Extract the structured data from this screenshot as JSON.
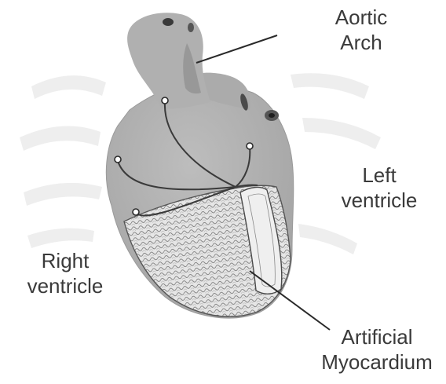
{
  "labels": {
    "aortic_arch": [
      "Aortic",
      "Arch"
    ],
    "left_ventricle": [
      "Left",
      "ventricle"
    ],
    "right_ventricle": [
      "Right",
      "ventricle"
    ],
    "artificial_myocardium": [
      "Artificial",
      "Myocardium"
    ]
  },
  "colors": {
    "heart_fill": "#b3b3b3",
    "heart_dark": "#8f8f8f",
    "mesh_fill": "#e4e4e4",
    "line": "#2a2a2a",
    "text": "#3a3a3a"
  }
}
